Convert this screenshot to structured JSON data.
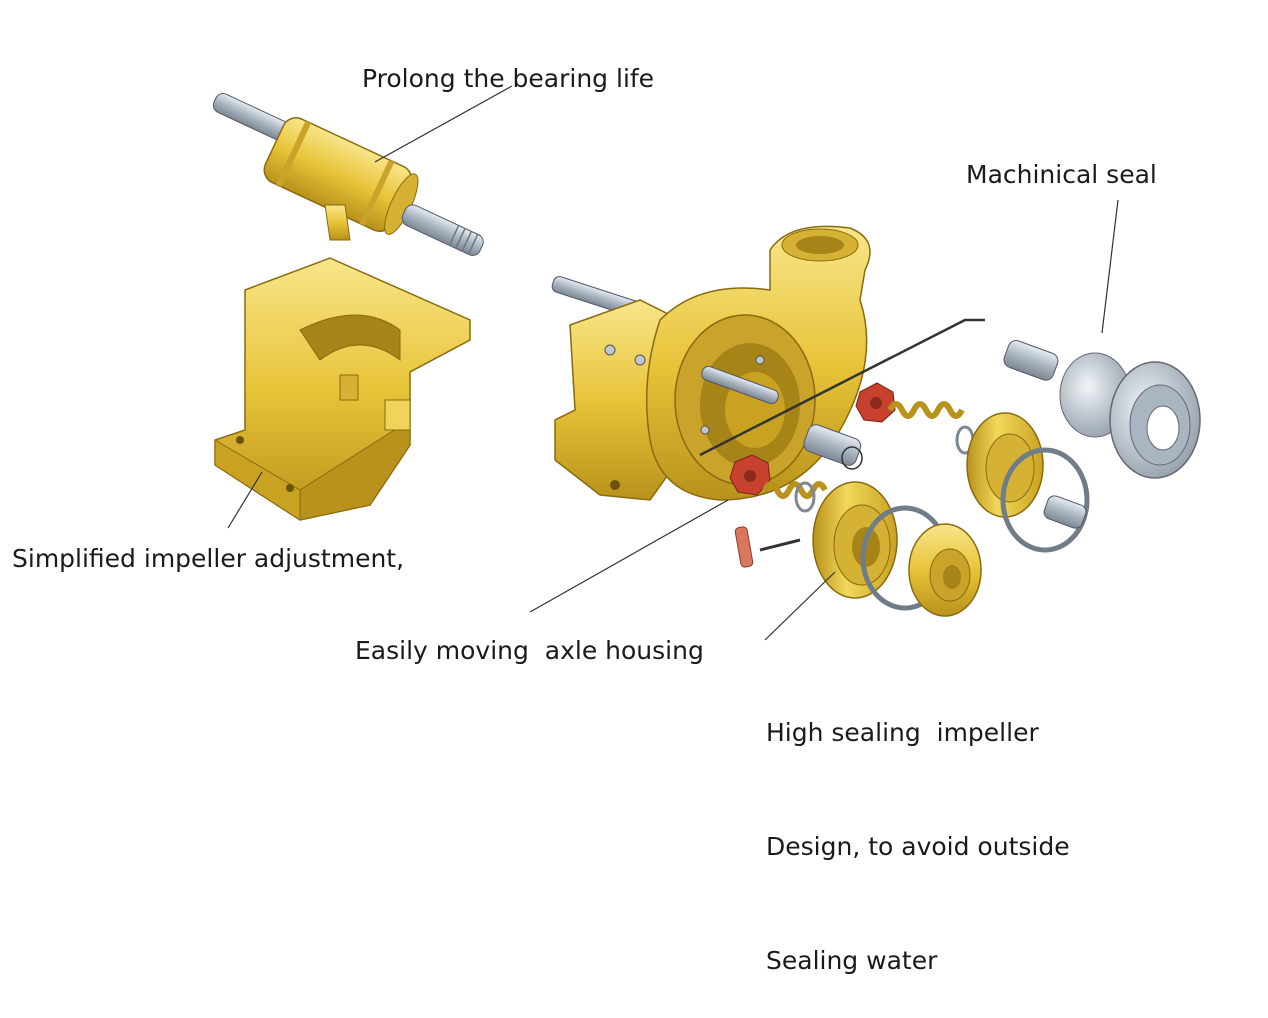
{
  "labels": {
    "bearing": "Prolong the bearing life",
    "seal": "Machinical seal",
    "adjustment": "Simplified impeller adjustment,",
    "housing": "Easily moving  axle housing",
    "impeller_lines": [
      "High sealing  impeller",
      "Design, to avoid outside",
      "Sealing water"
    ]
  },
  "colors": {
    "casting": "#e8c43a",
    "casting_shadow": "#b8921a",
    "casting_highlight": "#f6e27a",
    "shaft": "#b7c3cf",
    "seal_metal": "#c9d3dd",
    "nut_red": "#c8412e",
    "leader": "#333333"
  }
}
